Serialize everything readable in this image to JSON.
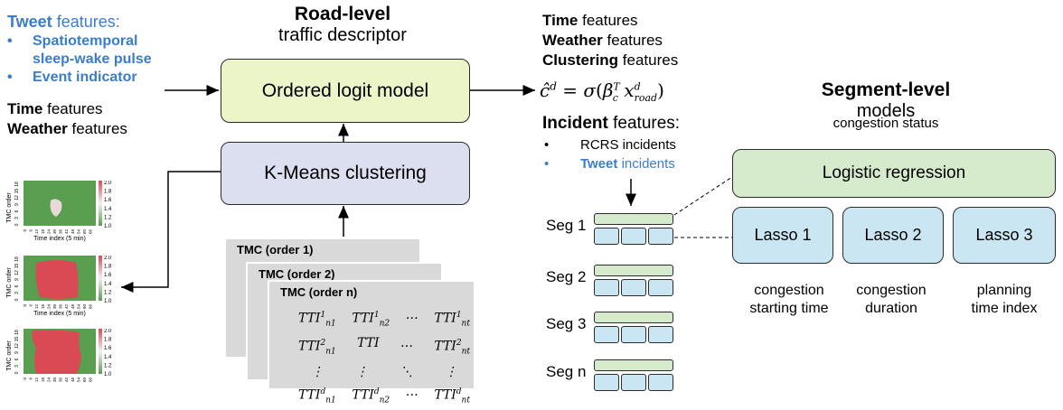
{
  "left": {
    "tweet_word": "Tweet",
    "features_word": " features:",
    "bullet1": "Spatiotemporal",
    "bullet1b": "sleep-wake pulse",
    "bullet2": "Event indicator",
    "time_word": "Time",
    "time_rest": " features",
    "weather_word": "Weather",
    "weather_rest": " features"
  },
  "center": {
    "title_bold": "Road-level",
    "title_sub": "traffic descriptor",
    "ordered_logit": "Ordered logit model",
    "kmeans": "K-Means clustering",
    "tmc1": "TMC (order 1)",
    "tmc2": "TMC (order 2)",
    "tmcn": "TMC (order n)",
    "matrix": {
      "r1": [
        "TTI",
        "TTI",
        "…",
        "TTI"
      ],
      "r1sup": [
        "1",
        "1",
        "",
        "1"
      ],
      "r1sub": [
        "n1",
        "n2",
        "",
        "nt"
      ],
      "r2": [
        "TTI",
        "TTI",
        "…",
        "TTI"
      ],
      "r2sup": [
        "2",
        "",
        "",
        "2"
      ],
      "r2sub": [
        "n1",
        "",
        "",
        "nt"
      ],
      "r3": [
        "⋮",
        "⋮",
        "⋱",
        "⋮"
      ],
      "r4": [
        "TTI",
        "TTI",
        "…",
        "TTI"
      ],
      "r4sup": [
        "d",
        "d",
        "",
        "d"
      ],
      "r4sub": [
        "n1",
        "n2",
        "",
        "nt"
      ]
    }
  },
  "heatmaps": {
    "ylabel": "TMC order",
    "xlabel": "Time index (5 min)",
    "yticks": [
      "18",
      "15",
      "12",
      "9",
      "6",
      "3",
      "0"
    ],
    "xticks": [
      "0",
      "6",
      "12",
      "18",
      "24",
      "30",
      "36",
      "42",
      "48",
      "54",
      "60",
      "66"
    ],
    "colorbar": [
      "2.0",
      "1.8",
      "1.6",
      "1.4",
      "1.2",
      "1.0"
    ],
    "colors": {
      "green": "#5a9e4f",
      "red": "#d94a55",
      "light": "#e8d8d8"
    }
  },
  "right": {
    "time_word": "Time",
    "time_rest": " features",
    "weather_word": "Weather",
    "weather_rest": " features",
    "clustering_word": "Clustering",
    "clustering_rest": " features",
    "incident_word": "Incident",
    "incident_rest": " features:",
    "inc1": "RCRS incidents",
    "inc2_word": "Tweet",
    "inc2_rest": " incidents",
    "seg_labels": [
      "Seg 1",
      "Seg 2",
      "Seg 3",
      "Seg n"
    ],
    "seg_title_bold": "Segment-level",
    "seg_title_sub": "models",
    "congestion_status": "congestion status",
    "logistic": "Logistic regression",
    "lasso": [
      "Lasso 1",
      "Lasso 2",
      "Lasso 3"
    ],
    "out1a": "congestion",
    "out1b": "starting time",
    "out2a": "congestion",
    "out2b": "duration",
    "out3a": "planning",
    "out3b": "time index"
  }
}
